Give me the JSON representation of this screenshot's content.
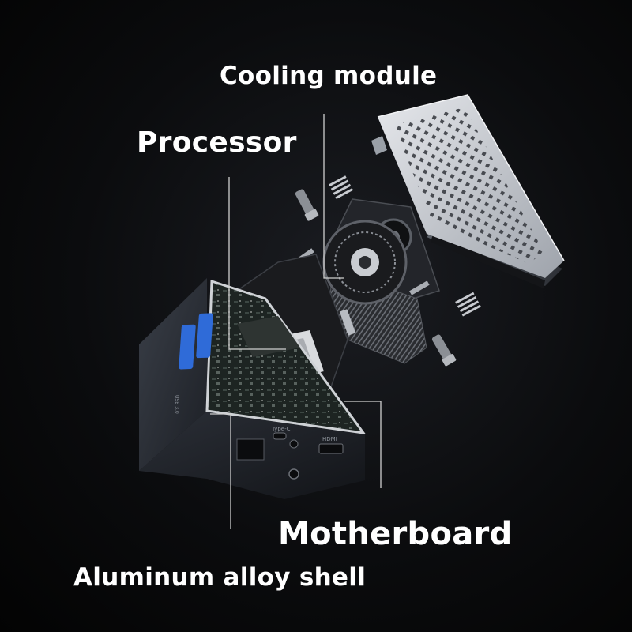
{
  "labels": {
    "cooling_module": "Cooling module",
    "processor": "Processor",
    "motherboard": "Motherboard",
    "shell": "Aluminum alloy shell"
  },
  "port_labels": {
    "usb_a": "USB 3.0",
    "type_c": "Type-C",
    "hdmi": "HDMI"
  },
  "colors": {
    "background": "#050505",
    "text": "#ffffff",
    "shell_dark": "#2a2e36",
    "lid_silver": "#c8ccd2",
    "usb_blue": "#2f6bd8",
    "leader_line": "#cfcfcf"
  }
}
